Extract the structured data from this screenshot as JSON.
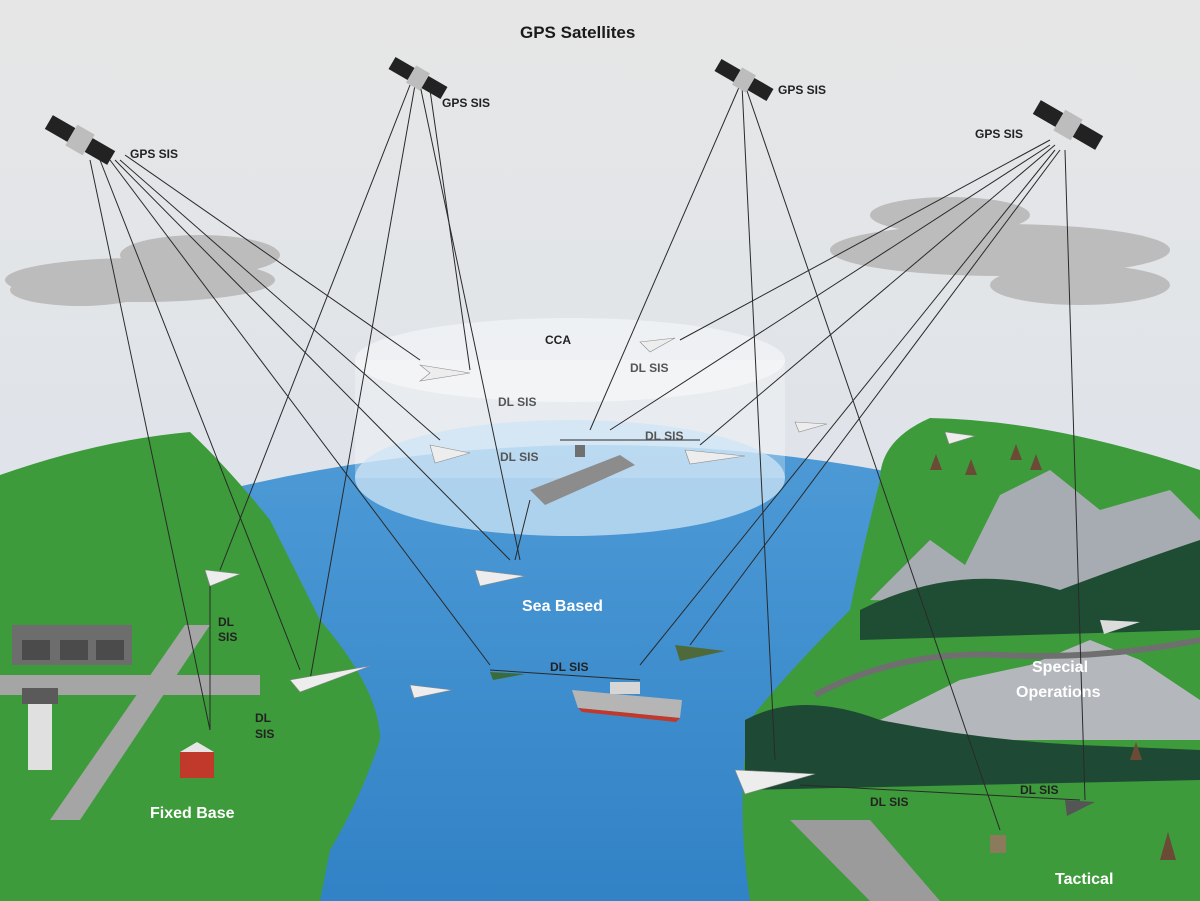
{
  "title": "GPS Satellites",
  "labels": {
    "gps_sis": "GPS SIS",
    "dl_sis": "DL SIS",
    "dl": "DL",
    "sis": "SIS",
    "cca": "CCA"
  },
  "regions": {
    "sea_based": "Sea Based",
    "fixed_base": "Fixed Base",
    "special_line1": "Special",
    "special_line2": "Operations",
    "tactical": "Tactical"
  },
  "colors": {
    "sky_top": "#dcdcdc",
    "sky_bottom": "#cfe1ef",
    "sea": "#2f7fc4",
    "land": "#3d9a3d",
    "mountain": "#9aa0a8",
    "cloud": "#b9b9b9"
  }
}
